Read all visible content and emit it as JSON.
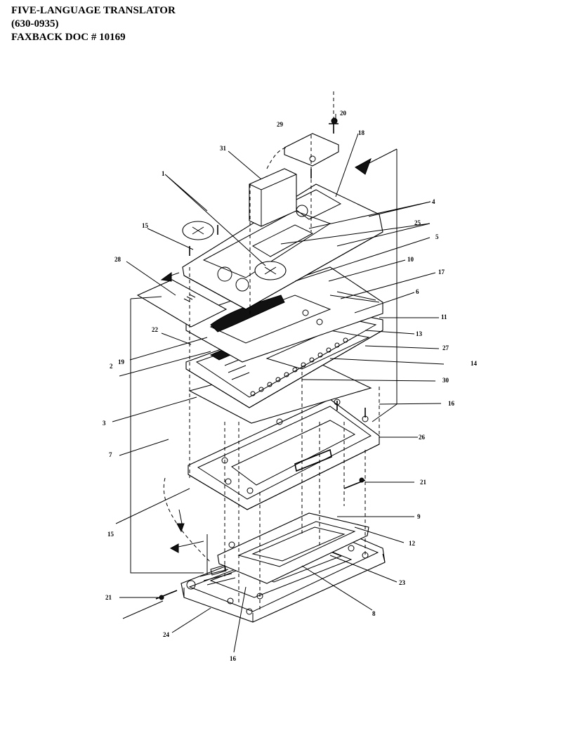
{
  "header": {
    "line1": "FIVE-LANGUAGE TRANSLATOR",
    "line2": "(630-0935)",
    "line3": "FAXBACK DOC # 10169"
  },
  "callouts": [
    "20",
    "29",
    "18",
    "31",
    "1",
    "4",
    "25",
    "5",
    "15",
    "10",
    "28",
    "17",
    "6",
    "11",
    "13",
    "22",
    "27",
    "19",
    "14",
    "2",
    "30",
    "16",
    "3",
    "26",
    "7",
    "21",
    "9",
    "15",
    "12",
    "23",
    "8",
    "21",
    "24",
    "16"
  ]
}
